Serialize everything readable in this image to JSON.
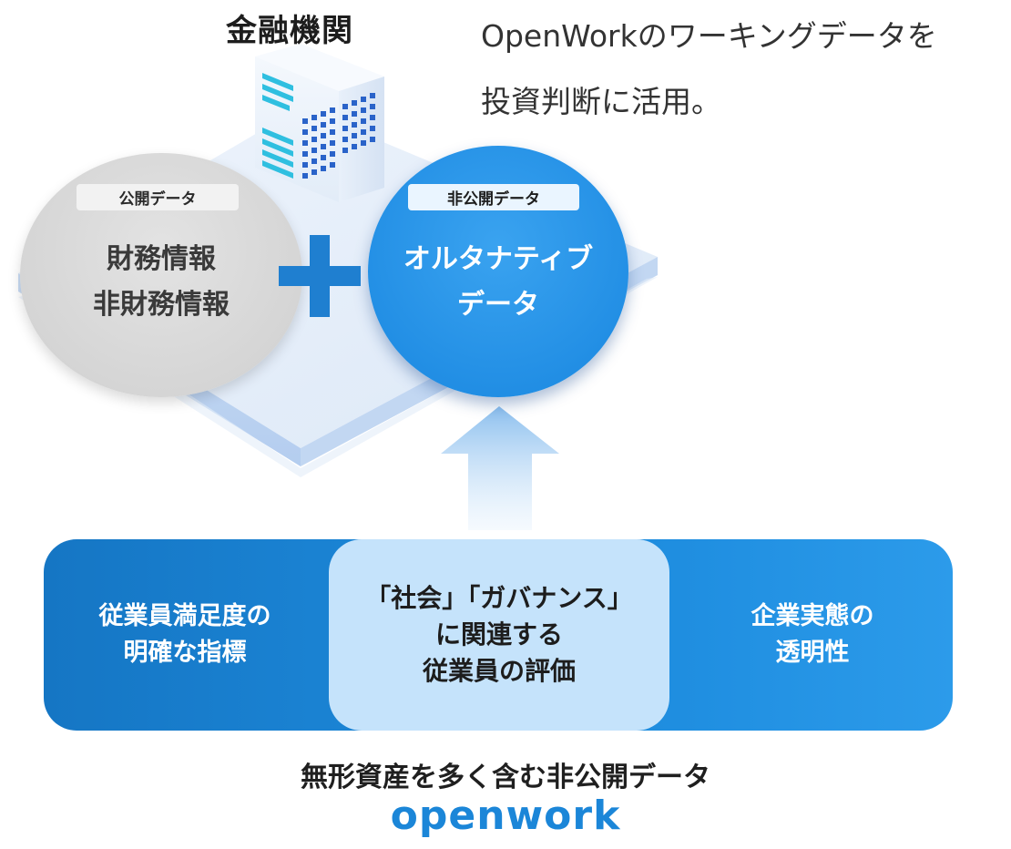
{
  "header": {
    "title": "金融機関",
    "description_lines": [
      "OpenWorkのワーキングデータを",
      "投資判断に活用。"
    ]
  },
  "public_circle": {
    "tag": "公開データ",
    "lines": [
      "財務情報",
      "非財務情報"
    ]
  },
  "private_circle": {
    "tag": "非公開データ",
    "lines": [
      "オルタナティブ",
      "データ"
    ]
  },
  "bar": {
    "left_lines": [
      "従業員満足度の",
      "明確な指標"
    ],
    "middle_lines": [
      "「社会」「ガバナンス」",
      "に関連する",
      "従業員の評価"
    ],
    "right_lines": [
      "企業実態の",
      "透明性"
    ]
  },
  "footer": {
    "caption": "無形資産を多く含む非公開データ",
    "brand": "openwork"
  },
  "colors": {
    "brand_blue": "#1b86d8",
    "bar_dark": "#1576c4",
    "bar_light": "#c5e3fb",
    "public_gray": "#d3d3d3",
    "private_blue": "#1f8ce3"
  }
}
